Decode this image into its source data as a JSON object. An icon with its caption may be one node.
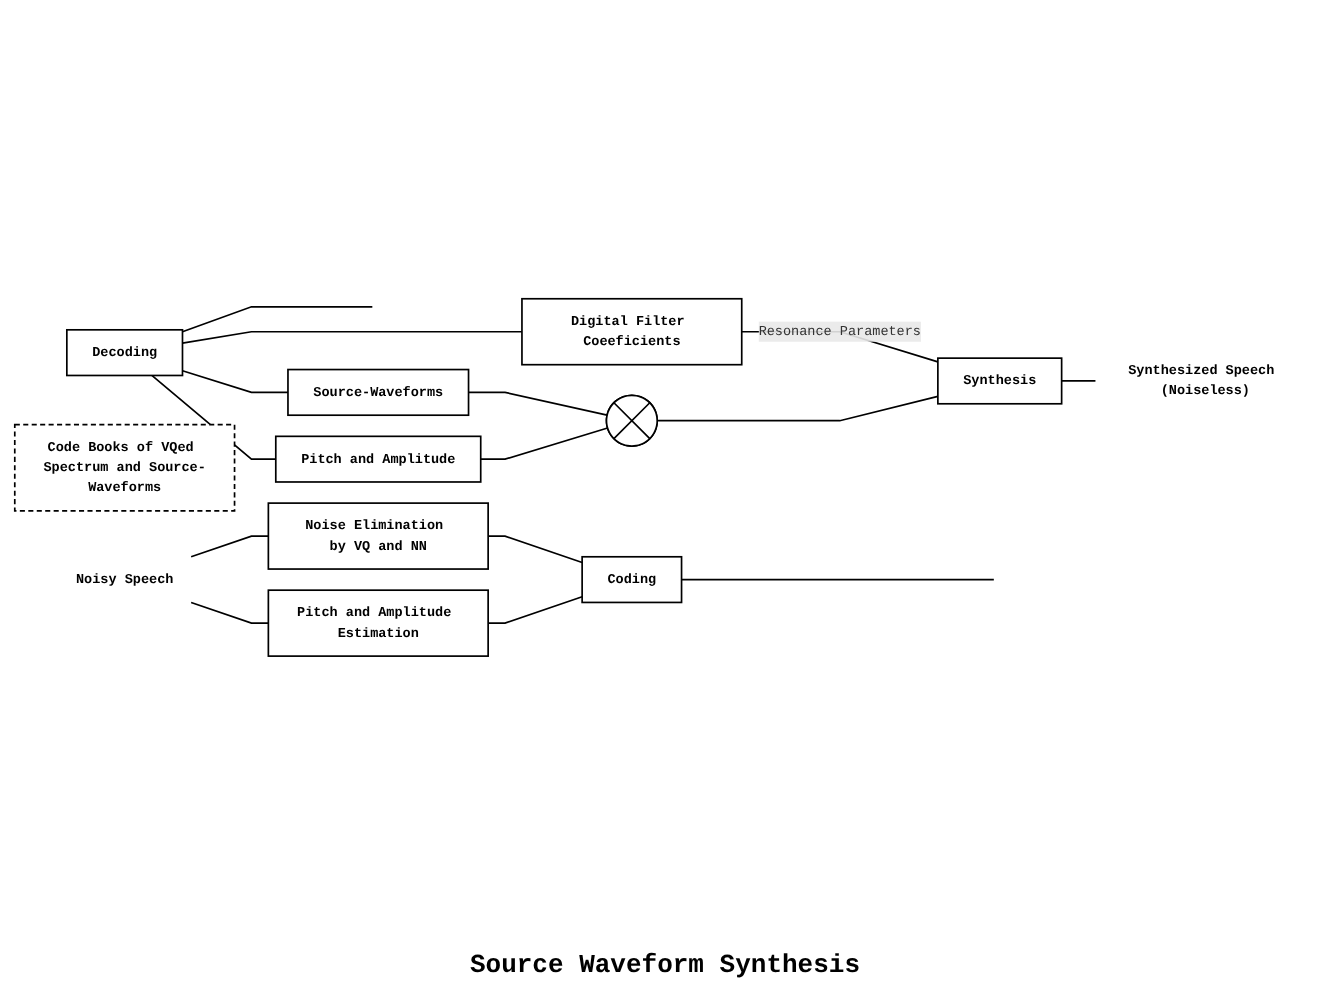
{
  "diagram": {
    "nodes": [
      {
        "text": [
          "Noisy Speech"
        ]
      },
      {
        "text": [
          "Noise Elimination by VQ and NN"
        ]
      },
      {
        "text": [
          "Pitch and Amplitude Estimation"
        ]
      },
      {
        "text": [
          "Code Books of VQed Spectrum and Source-Waveforms"
        ]
      },
      {
        "text": [
          "Coding"
        ]
      },
      {
        "text": [
          "Synthesized Speech (Noiseless)"
        ]
      },
      {
        "text": [
          "Synthesis"
        ]
      },
      {
        "text": [
          "Digital Filter Coeeficients"
        ]
      },
      {
        "text": [
          "Source-Waveforms"
        ]
      },
      {
        "text": [],
        "shape": "circle"
      },
      {
        "text": [
          "Pitch and Amplitude"
        ]
      },
      {
        "text": [
          "Decoding"
        ]
      }
    ],
    "edges": [
      {
        "from": 0,
        "to": 1,
        "arrow": "none"
      },
      {
        "from": 0,
        "to": 2,
        "arrow": "none"
      },
      {
        "from": 1,
        "to": 4,
        "arrow": "none"
      },
      {
        "from": 2,
        "to": 4,
        "arrow": "none"
      },
      {
        "from": 4,
        "to": null,
        "arrow": "none"
      },
      {
        "from": null,
        "to": 11,
        "arrow": "none"
      },
      {
        "from": 11,
        "to": 7,
        "arrow": "none"
      },
      {
        "from": 11,
        "to": 8,
        "arrow": "none"
      },
      {
        "from": 11,
        "to": 10,
        "arrow": "none"
      },
      {
        "from": 7,
        "to": 6,
        "arrow": "none",
        "label": "Resonance Parameters"
      },
      {
        "from": 8,
        "to": 9,
        "arrow": "none"
      },
      {
        "from": 10,
        "to": 9,
        "arrow": "none"
      },
      {
        "from": 9,
        "to": 6,
        "arrow": "none"
      },
      {
        "from": 6,
        "to": 5,
        "arrow": "none"
      }
    ],
    "labels": [
      "Source Waveform Synthesis"
    ]
  }
}
